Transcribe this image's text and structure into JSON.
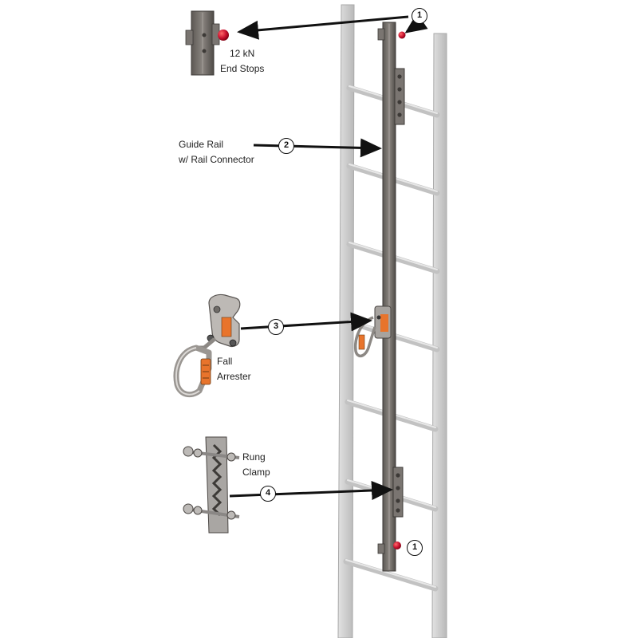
{
  "labels": {
    "end_stops": [
      "12 kN",
      "End Stops"
    ],
    "guide_rail": [
      "Guide Rail",
      "w/ Rail Connector"
    ],
    "fall_arrester": [
      "Fall",
      "Arrester"
    ],
    "rung_clamp": [
      "Rung",
      "Clamp"
    ]
  },
  "callouts": {
    "end_stop_top": "1",
    "guide_rail": "2",
    "fall_arrester": "3",
    "rung_clamp": "4",
    "end_stop_bottom": "1"
  },
  "colors": {
    "ladder": "#d4d4d4",
    "rail": "#6e6a66",
    "end_stop": "#c8102e",
    "arrester_accent": "#e8742c",
    "arrow": "#111111"
  }
}
